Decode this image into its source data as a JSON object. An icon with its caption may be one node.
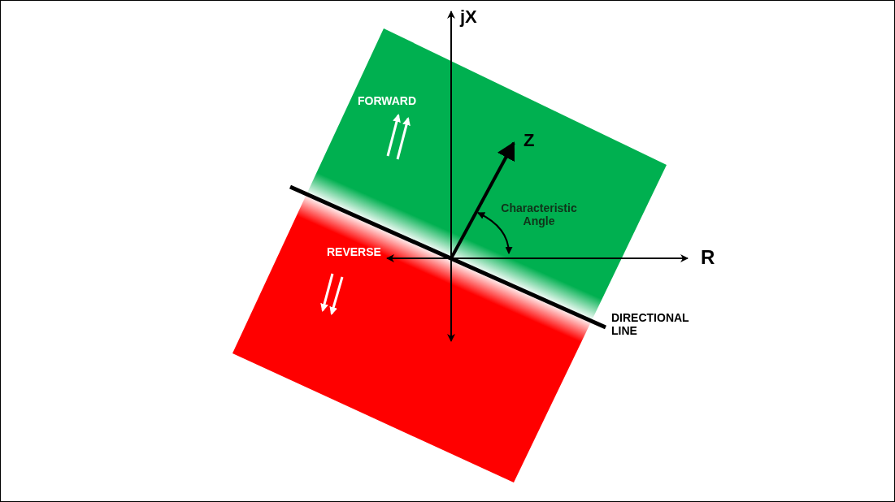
{
  "diagram": {
    "labels": [
      "jX",
      "FORWARD",
      "Z",
      "Characteristic Angle",
      "REVERSE",
      "R",
      "DIRECTIONAL LINE"
    ]
  }
}
